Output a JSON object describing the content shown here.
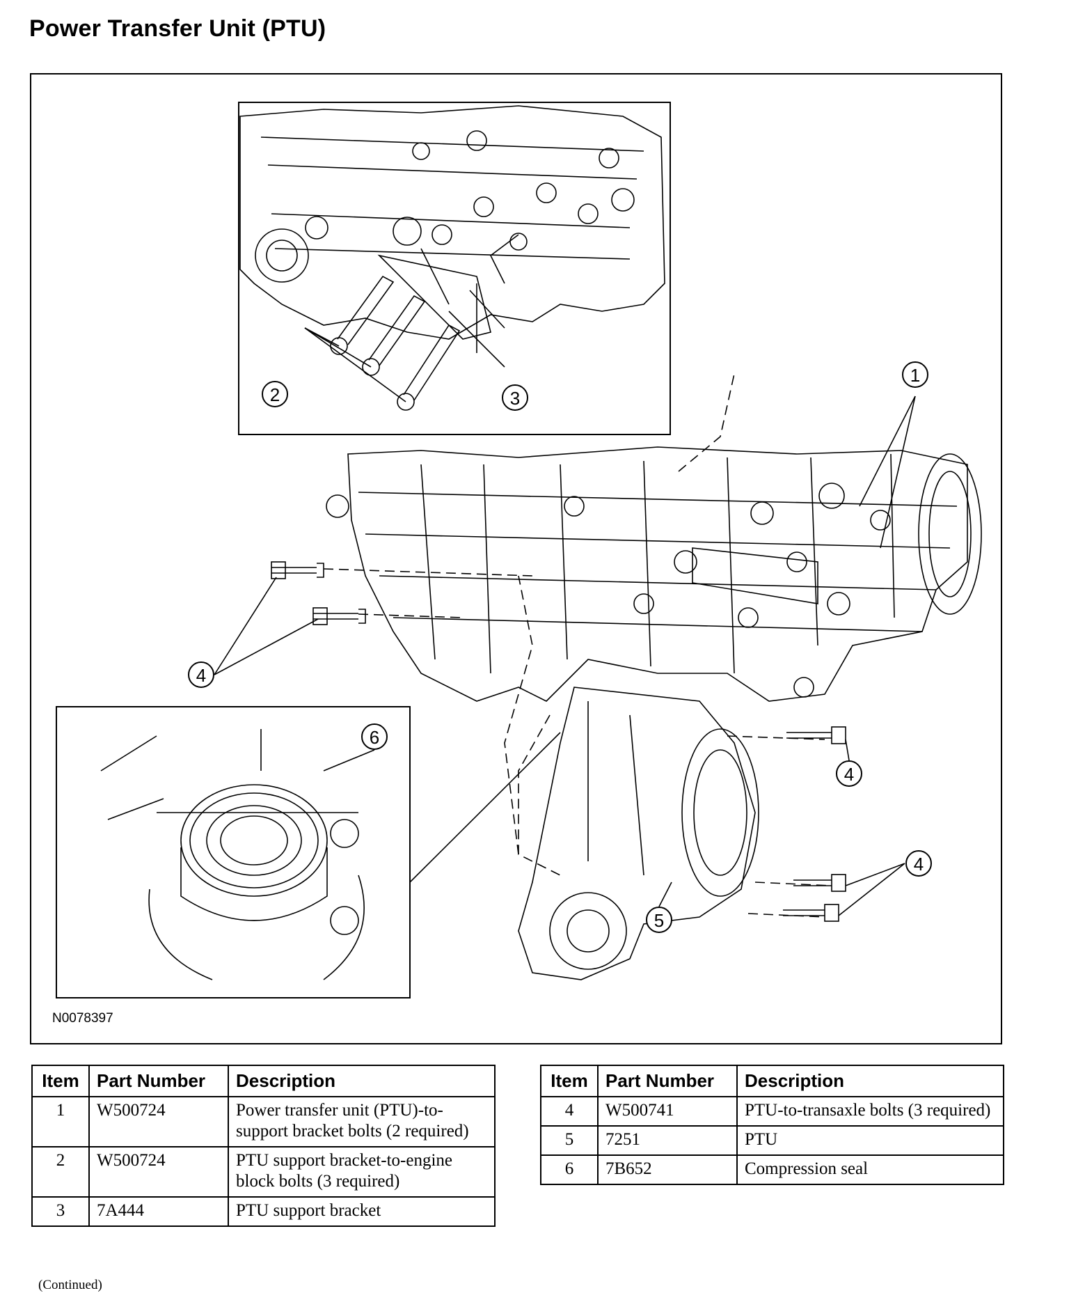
{
  "title": "Power Transfer Unit (PTU)",
  "figure": {
    "code": "N0078397",
    "callouts": [
      "1",
      "2",
      "3",
      "4",
      "4",
      "4",
      "5",
      "6"
    ]
  },
  "tables": {
    "headers": {
      "item": "Item",
      "part_number": "Part Number",
      "description": "Description"
    },
    "left": [
      {
        "item": "1",
        "part": "W500724",
        "desc": "Power transfer unit (PTU)-to-support bracket bolts (2 required)"
      },
      {
        "item": "2",
        "part": "W500724",
        "desc": "PTU support bracket-to-engine block bolts (3 required)"
      },
      {
        "item": "3",
        "part": "7A444",
        "desc": "PTU support bracket"
      }
    ],
    "right": [
      {
        "item": "4",
        "part": "W500741",
        "desc": "PTU-to-transaxle bolts (3 required)"
      },
      {
        "item": "5",
        "part": "7251",
        "desc": "PTU"
      },
      {
        "item": "6",
        "part": "7B652",
        "desc": "Compression seal"
      }
    ]
  },
  "footer": {
    "continued": "(Continued)"
  }
}
